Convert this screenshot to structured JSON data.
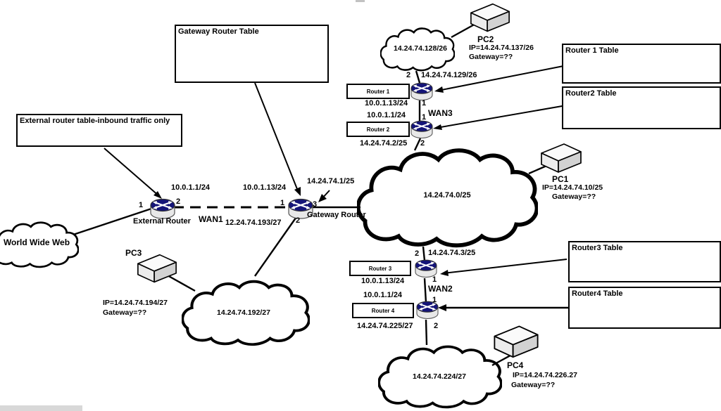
{
  "tables": {
    "gateway": {
      "title": "Gateway Router Table"
    },
    "external": {
      "title": "External router table-inbound traffic only"
    },
    "router1": {
      "title": "Router 1 Table"
    },
    "router2": {
      "title": "Router2 Table"
    },
    "router3": {
      "title": "Router3 Table"
    },
    "router4": {
      "title": "Router4 Table"
    }
  },
  "clouds": {
    "www": {
      "label": "World Wide Web"
    },
    "net128": {
      "label": "14.24.74.128/26"
    },
    "net0": {
      "label": "14.24.74.0/25"
    },
    "net192": {
      "label": "14.24.74.192/27"
    },
    "net224": {
      "label": "14.24.74.224/27"
    }
  },
  "routers": {
    "external": {
      "name": "External Router",
      "port1": "1",
      "port2": "2",
      "wan_ip": "10.0.1.1/24"
    },
    "gateway": {
      "name": "Gateway Router",
      "port1": "1",
      "port2": "2",
      "port3": "3",
      "wan_ip": "10.0.1.13/24",
      "lan_ip": "14.24.74.1/25"
    },
    "router1": {
      "name": "Router 1",
      "port_lan": "2",
      "port_wan": "1",
      "lan_ip": "14.24.74.129/26",
      "wan_ip": "10.0.1.13/24"
    },
    "router2": {
      "name": "Router 2",
      "port_wan": "1",
      "port_lan": "2",
      "wan_ip": "10.0.1.1/24",
      "lan_ip": "14.24.74.2/25"
    },
    "router3": {
      "name": "Router 3",
      "port_lan": "2",
      "port_wan": "1",
      "lan_ip": "14.24.74.3/25",
      "wan_ip": "10.0.1.13/24"
    },
    "router4": {
      "name": "Router 4",
      "port_wan": "1",
      "port_lan": "2",
      "wan_ip": "10.0.1.1/24",
      "lan_ip": "14.24.74.225/27"
    }
  },
  "wans": {
    "wan1": {
      "label": "WAN1",
      "subnet": "12.24.74.193/27"
    },
    "wan2": {
      "label": "WAN2"
    },
    "wan3": {
      "label": "WAN3"
    }
  },
  "pcs": {
    "pc1": {
      "name": "PC1",
      "ip": "IP=14.24.74.10/25",
      "gateway": "Gateway=??"
    },
    "pc2": {
      "name": "PC2",
      "ip": "IP=14.24.74.137/26",
      "gateway": "Gateway=??"
    },
    "pc3": {
      "name": "PC3",
      "ip": "IP=14.24.74.194/27",
      "gateway": "Gateway=??"
    },
    "pc4": {
      "name": "PC4",
      "ip": "IP=14.24.74.226.27",
      "gateway": "Gateway=??"
    }
  },
  "colors": {
    "line": "#000000",
    "router_top": "#141478",
    "box_fill": "#ffffff"
  }
}
